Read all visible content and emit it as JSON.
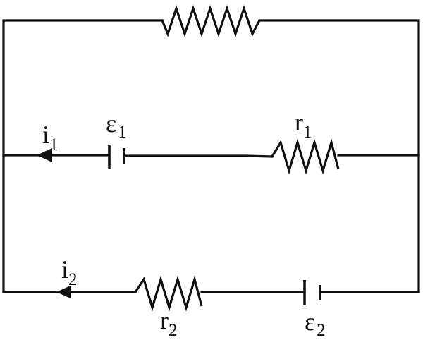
{
  "labels": {
    "i1": {
      "main": "i",
      "sub": "1"
    },
    "epsilon1": {
      "main": "ε",
      "sub": "1"
    },
    "r1": {
      "main": "r",
      "sub": "1"
    },
    "i2": {
      "main": "i",
      "sub": "2"
    },
    "r2": {
      "main": "r",
      "sub": "2"
    },
    "epsilon2": {
      "main": "ε",
      "sub": "2"
    }
  }
}
